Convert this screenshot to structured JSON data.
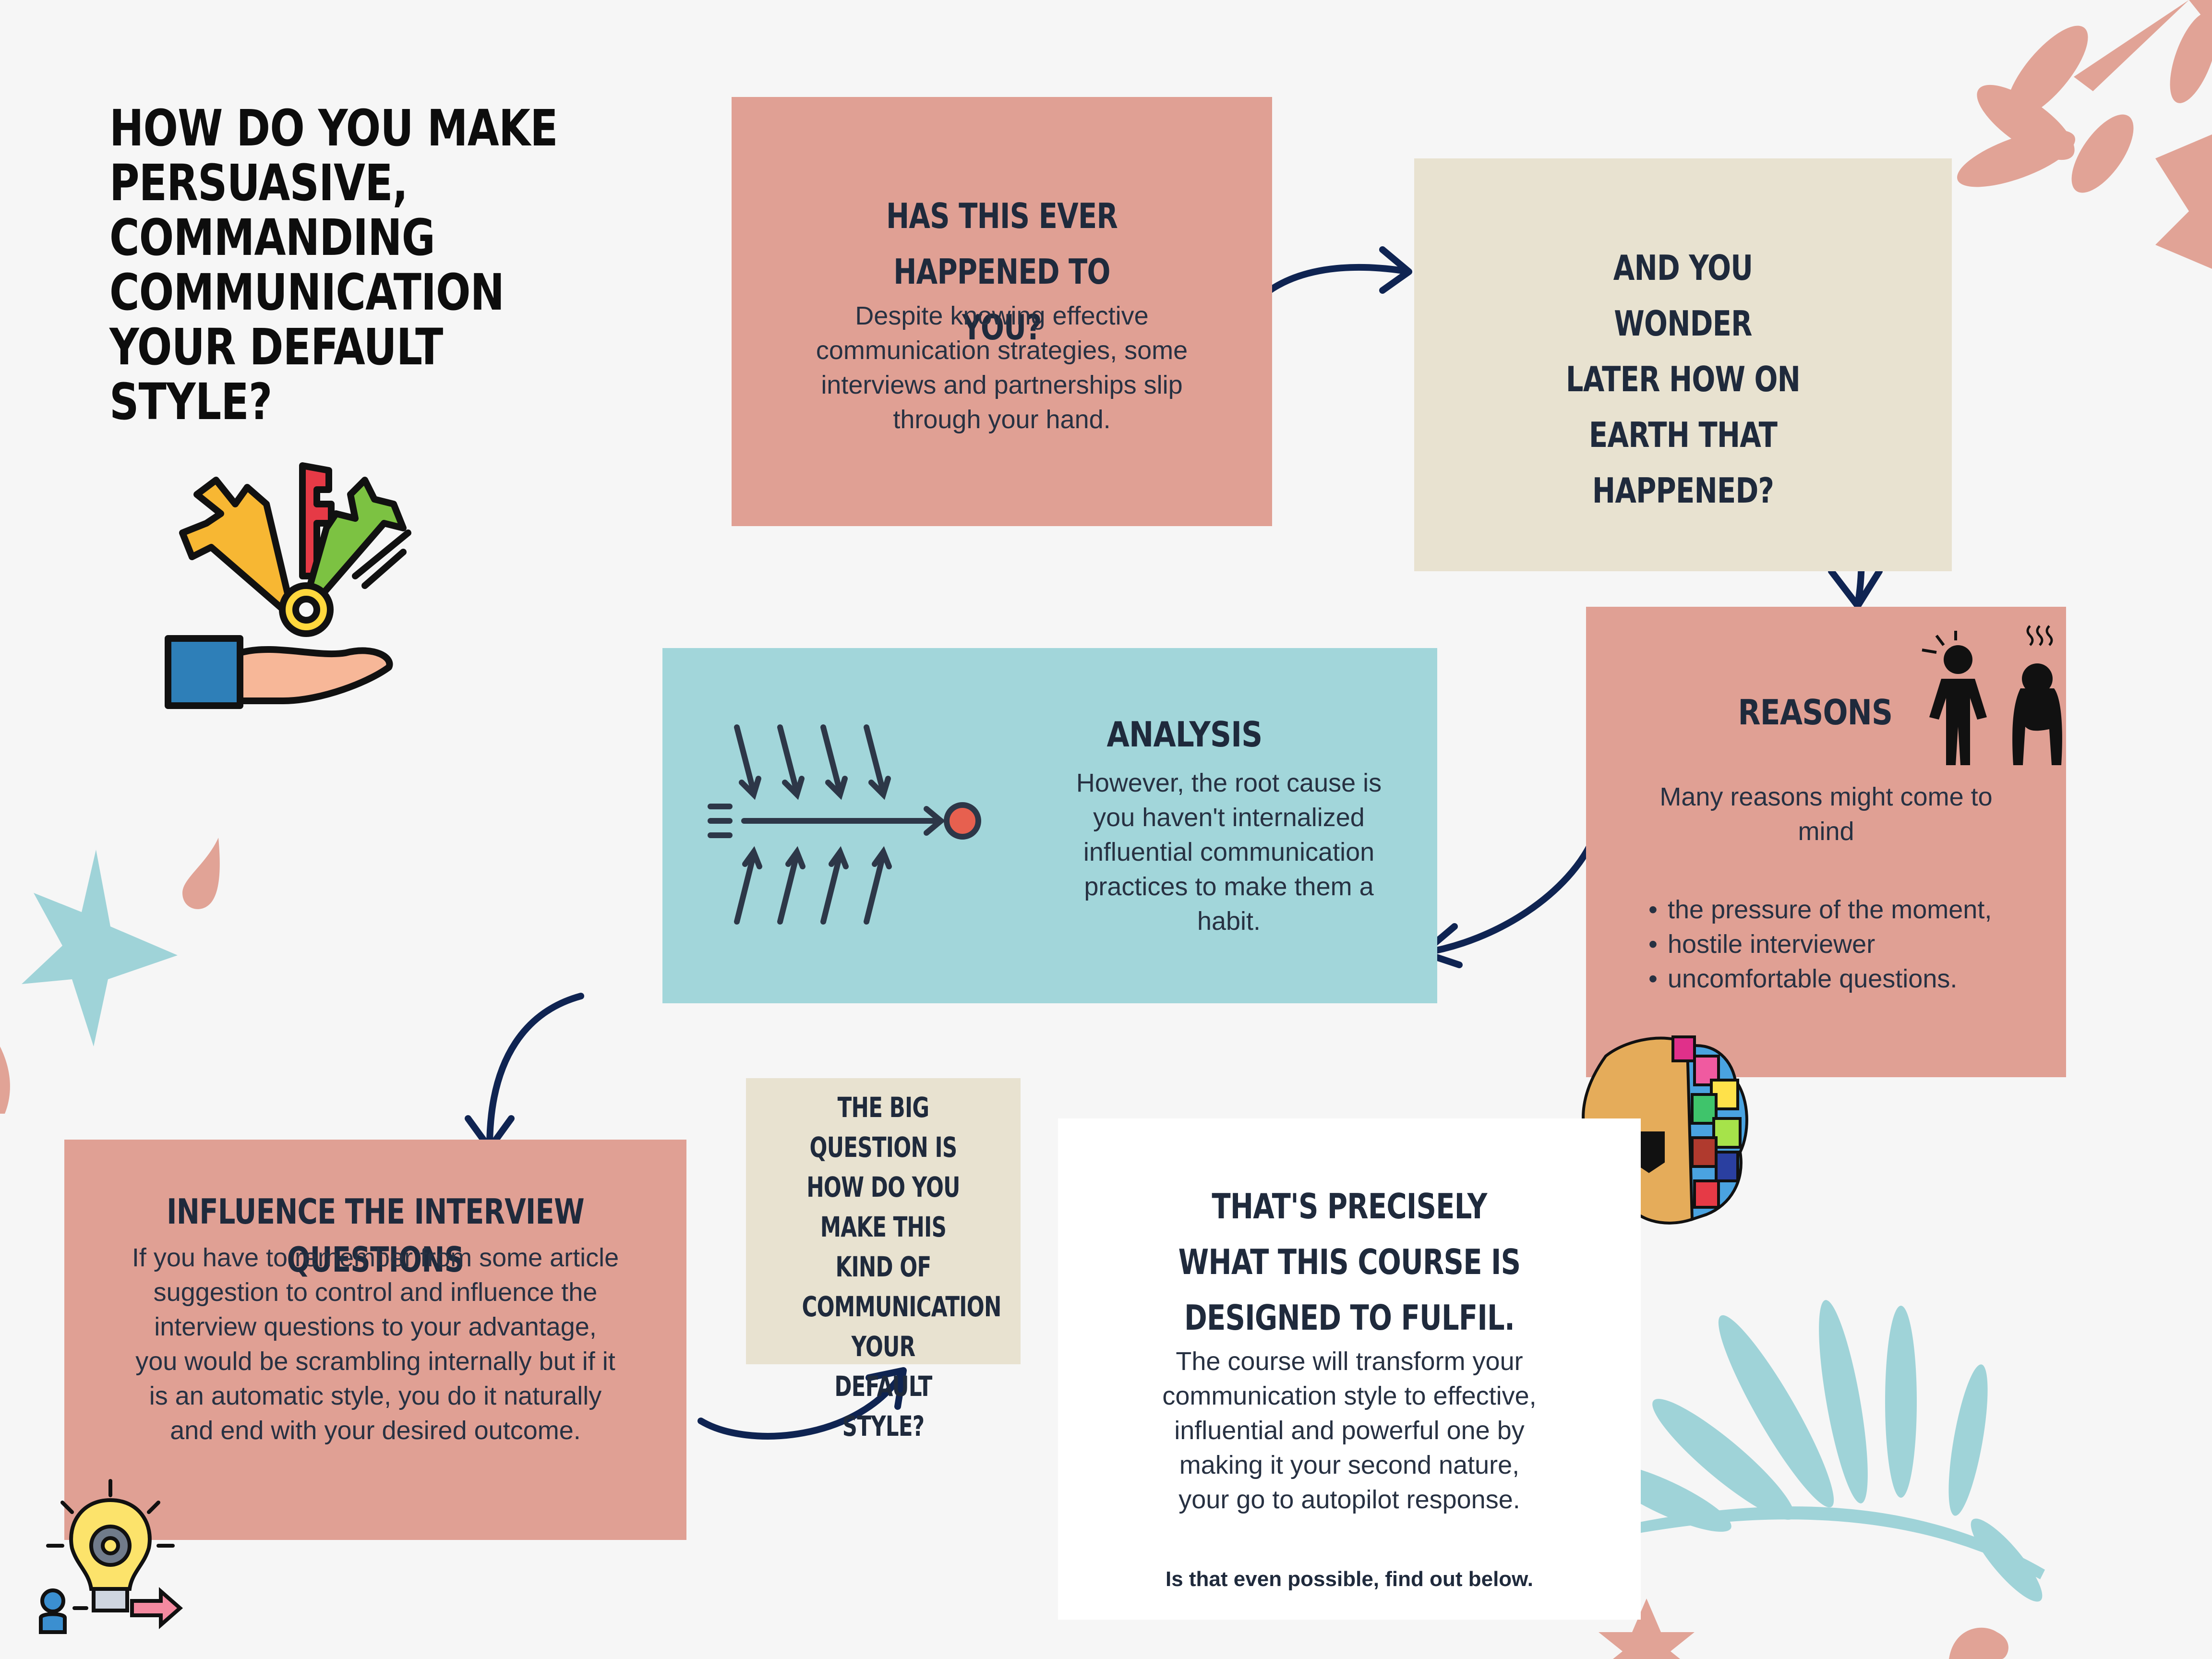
{
  "title": "How do you make persuasive, commanding communication your default style?",
  "box1": {
    "heading": "HAS THIS EVER HAPPENED TO YOU?",
    "body": "Despite knowing effective communication strategies, some interviews and partnerships slip through your hand."
  },
  "box2": {
    "heading": "AND YOU WONDER LATER HOW ON EARTH THAT HAPPENED?"
  },
  "box3": {
    "heading": "REASONS",
    "intro": "Many reasons might come to mind",
    "items": [
      "the pressure of the moment,",
      "hostile interviewer",
      "uncomfortable questions."
    ]
  },
  "box4": {
    "heading": "ANALYSIS",
    "body": "However, the root cause is you haven't internalized influential communication practices to make them a habit."
  },
  "box5": {
    "heading": "INFLUENCE THE INTERVIEW QUESTIONS",
    "body": "If you have to remember from some article suggestion to control and influence the interview questions to your advantage, you would be scrambling internally but if it is an automatic style, you do it naturally and end with your desired outcome."
  },
  "box6": {
    "heading": "THE BIG QUESTION IS HOW DO YOU MAKE THIS KIND OF COMMUNICATION YOUR DEFAULT STYLE?"
  },
  "box7": {
    "heading": "THAT'S PRECISELY WHAT THIS COURSE IS DESIGNED TO FULFIL.",
    "body": "The course will transform your communication style to effective, influential and powerful one by making it your second nature, your go to autopilot response.",
    "footer": "Is that even possible, find out below."
  },
  "colors": {
    "salmon": "#e0a094",
    "beige": "#e8e2d0",
    "teal": "#a2d6da",
    "white": "#ffffff",
    "navy": "#0f2452",
    "background": "#f6f6f6",
    "decor_pink": "#e1a396",
    "decor_teal": "#9fd3d8"
  },
  "icons": [
    "keys-hand-icon",
    "fishbone-diagram-icon",
    "frustrated-people-icon",
    "puzzle-brain-icon",
    "lightbulb-gear-icon",
    "leaf-decoration-icon",
    "star-decoration-icon"
  ]
}
